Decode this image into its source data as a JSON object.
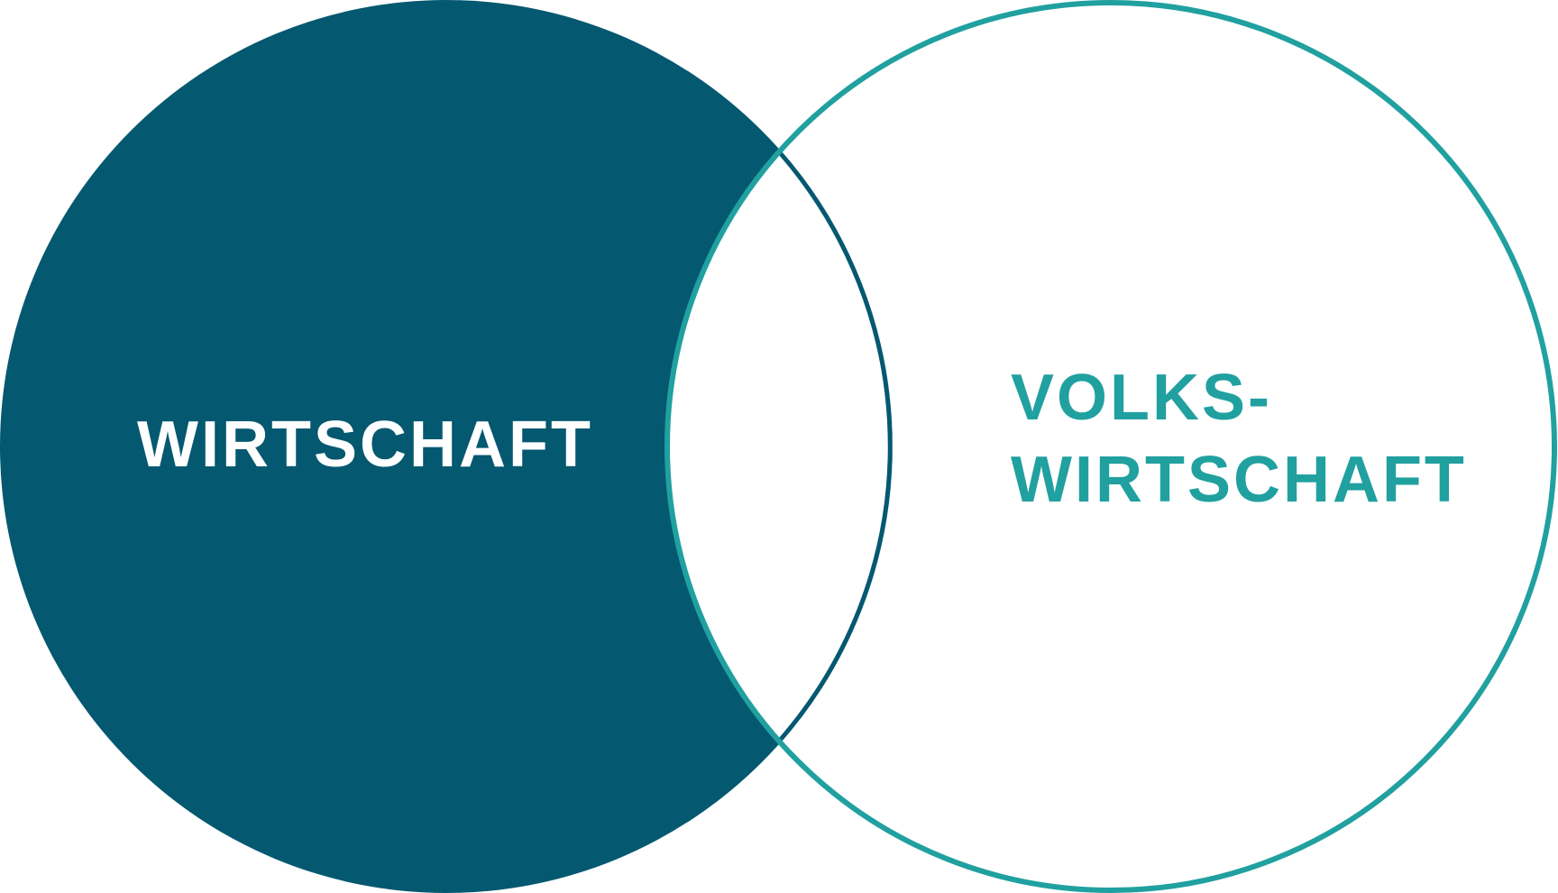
{
  "diagram": {
    "type": "venn",
    "sets": [
      {
        "label": "WIRTSCHAFT",
        "fill": "#045870",
        "text_color": "#ffffff"
      },
      {
        "label_lines": [
          "VOLKS-",
          "WIRTSCHAFT"
        ],
        "fill": "#ffffff",
        "stroke": "#21a0a0",
        "text_color": "#21a0a0"
      }
    ],
    "intersection": {
      "fill": "#ffffff",
      "outline": "#045870"
    }
  }
}
